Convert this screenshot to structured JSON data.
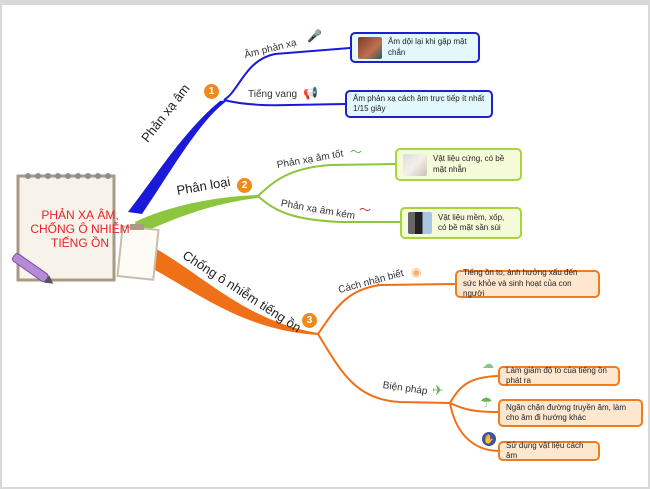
{
  "center": {
    "title_lines": [
      "PHẢN XẠ ÂM,",
      "CHỐNG Ô NHIỄM",
      "TIẾNG ỒN"
    ]
  },
  "branches": [
    {
      "badge": "1",
      "label": "Phản xạ âm",
      "color": "#1a1ad8",
      "children": [
        {
          "label": "Âm phản xạ",
          "icon": "microphone-icon",
          "note": "Âm dội lại khi gặp mặt chắn"
        },
        {
          "label": "Tiếng vang",
          "icon": "megaphone-icon",
          "note": "Âm phản xạ cách âm trực tiếp ít nhất 1/15 giây"
        }
      ]
    },
    {
      "badge": "2",
      "label": "Phân loại",
      "color": "#8cc63f",
      "children": [
        {
          "label": "Phản xạ âm tốt",
          "icon": "trend-up-icon",
          "note": "Vật liệu cứng, có bề mặt nhẵn"
        },
        {
          "label": "Phản xạ âm kém",
          "icon": "trend-down-icon",
          "note": "Vật liệu mềm, xốp, có bề mặt sần sùi"
        }
      ]
    },
    {
      "badge": "3",
      "label": "Chống ô nhiễm tiếng ồn",
      "color": "#f07018",
      "children": [
        {
          "label": "Cách nhận biết",
          "icon": "eye-icon",
          "note": "Tiếng ồn to, ảnh hưởng xấu đến sức khỏe và sinh hoạt của con người"
        },
        {
          "label": "Biện pháp",
          "icon": "airplane-icon",
          "items": [
            {
              "icon": "cloud-rain-icon",
              "text": "Làm giảm độ to của tiếng ồn phát ra"
            },
            {
              "icon": "umbrella-icon",
              "text": "Ngăn chặn đường truyền âm, làm cho âm đi hướng khác"
            },
            {
              "icon": "hand-icon",
              "text": "Sử dụng vật liệu cách âm"
            }
          ]
        }
      ]
    }
  ]
}
